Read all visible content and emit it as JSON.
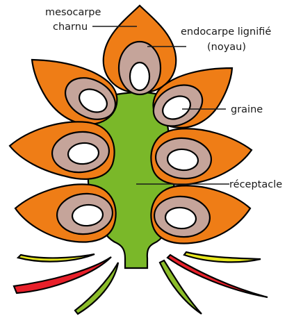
{
  "labels": {
    "mesocarp_1": "mesocarpe",
    "mesocarp_2": "charnu",
    "endocarp_1": "endocarpe lignifié",
    "endocarp_2": "(noyau)",
    "seed": "graine",
    "receptacle": "réceptacle"
  },
  "colors": {
    "mesocarp": "#ef7d16",
    "endocarp": "#c5a49a",
    "seed": "#ffffff",
    "receptacle": "#7ab829",
    "sepal_red": "#e8202a",
    "sepal_yellow": "#e8e81e",
    "sepal_green": "#8cbd2a",
    "outline": "#000000"
  }
}
